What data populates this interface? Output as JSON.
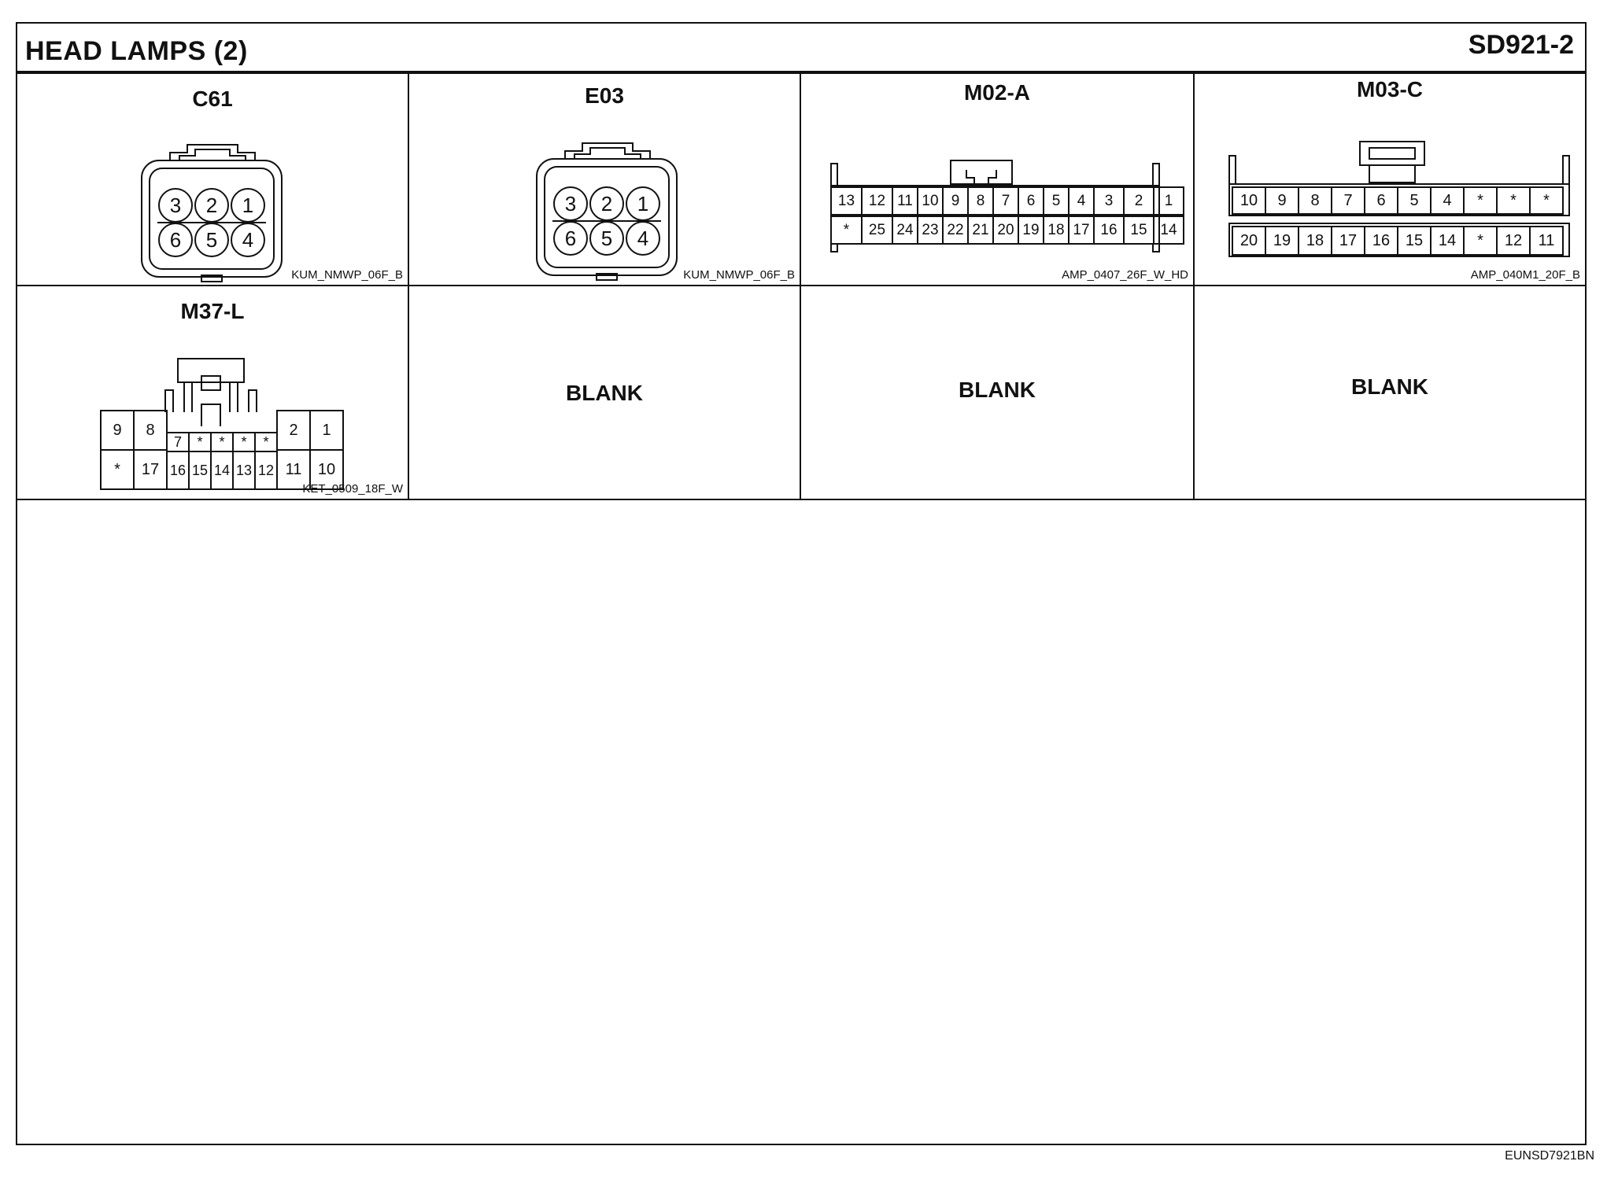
{
  "header": {
    "title": "HEAD LAMPS (2)",
    "code": "SD921-2"
  },
  "connectors": [
    {
      "id": "C61",
      "part": "KUM_NMWP_06F_B",
      "pins_top": [
        "3",
        "2",
        "1"
      ],
      "pins_bottom": [
        "6",
        "5",
        "4"
      ]
    },
    {
      "id": "E03",
      "part": "KUM_NMWP_06F_B",
      "pins_top": [
        "3",
        "2",
        "1"
      ],
      "pins_bottom": [
        "6",
        "5",
        "4"
      ]
    },
    {
      "id": "M02-A",
      "part": "AMP_0407_26F_W_HD",
      "pins_top": [
        "13",
        "12",
        "11",
        "10",
        "9",
        "8",
        "7",
        "6",
        "5",
        "4",
        "3",
        "2",
        "1"
      ],
      "pins_bottom": [
        "*",
        "25",
        "24",
        "23",
        "22",
        "21",
        "20",
        "19",
        "18",
        "17",
        "16",
        "15",
        "14"
      ]
    },
    {
      "id": "M03-C",
      "part": "AMP_040M1_20F_B",
      "pins_top": [
        "10",
        "9",
        "8",
        "7",
        "6",
        "5",
        "4",
        "*",
        "*",
        "*"
      ],
      "pins_bottom": [
        "20",
        "19",
        "18",
        "17",
        "16",
        "15",
        "14",
        "*",
        "12",
        "11"
      ]
    },
    {
      "id": "M37-L",
      "part": "KET_0509_18F_W",
      "pins_left_top": [
        "9",
        "8"
      ],
      "pins_left_bottom": [
        "*",
        "17"
      ],
      "pins_mid_top": [
        "7",
        "*",
        "*",
        "*",
        "*"
      ],
      "pins_mid_bottom": [
        "16",
        "15",
        "14",
        "13",
        "12"
      ],
      "pins_right_top": [
        "2",
        "1"
      ],
      "pins_right_bottom": [
        "11",
        "10"
      ]
    }
  ],
  "blank_label": "BLANK",
  "footer": {
    "drawing_id": "EUNSD7921BN"
  }
}
